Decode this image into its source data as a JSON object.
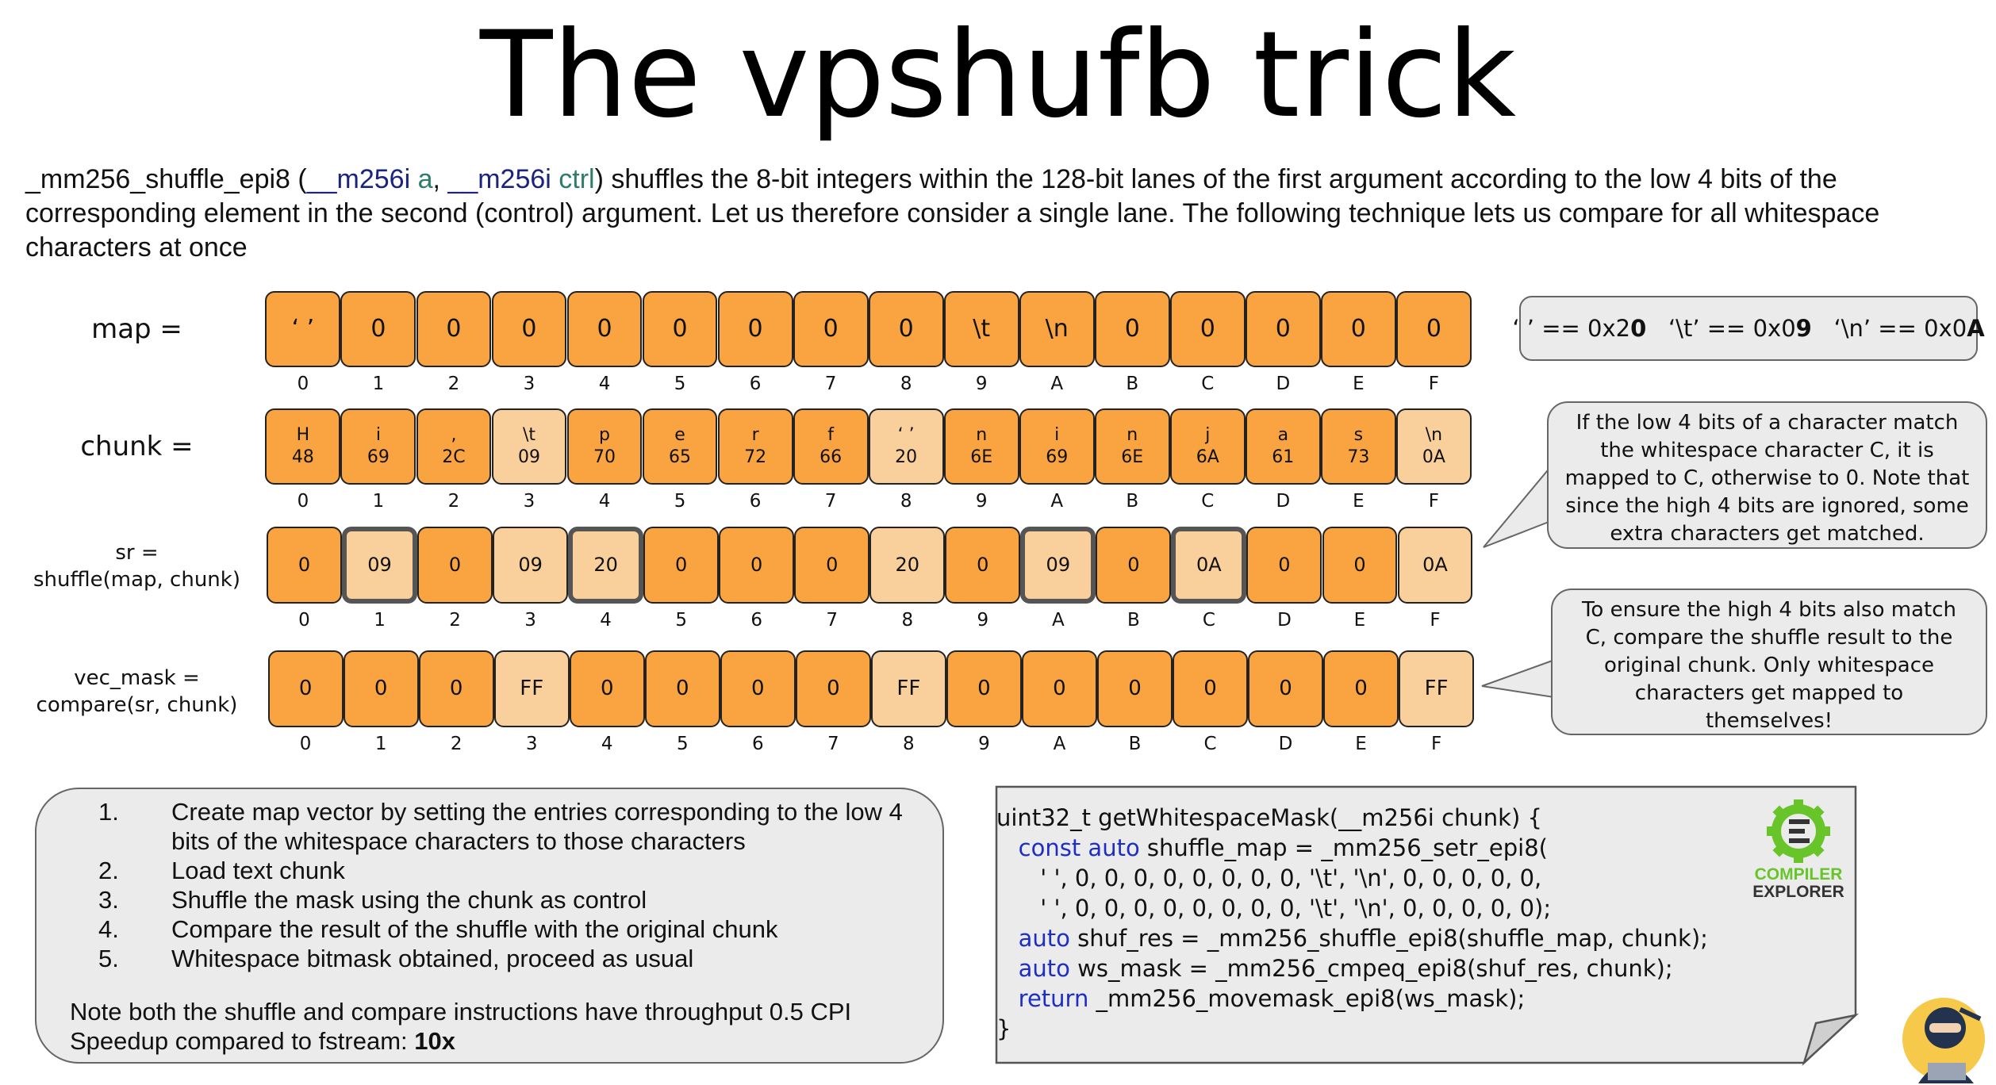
{
  "title": "The vpshufb trick",
  "intro": {
    "fn": "_mm256_shuffle_epi8 (",
    "t1": "__m256i",
    "a1": " a",
    "comma": ", ",
    "t2": "__m256i",
    "a2": " ctrl",
    "rest": ") shuffles the 8-bit integers within the 128-bit lanes of the first argument according to the low 4 bits of the corresponding element in the second (control) argument. Let us therefore consider a single lane. The following technique lets us compare for all whitespace characters at once"
  },
  "indices": [
    "0",
    "1",
    "2",
    "3",
    "4",
    "5",
    "6",
    "7",
    "8",
    "9",
    "A",
    "B",
    "C",
    "D",
    "E",
    "F"
  ],
  "rows": {
    "map": {
      "label": "map =",
      "cells": [
        {
          "v": "‘ ’",
          "light": false
        },
        {
          "v": "0",
          "light": false
        },
        {
          "v": "0",
          "light": false
        },
        {
          "v": "0",
          "light": false
        },
        {
          "v": "0",
          "light": false
        },
        {
          "v": "0",
          "light": false
        },
        {
          "v": "0",
          "light": false
        },
        {
          "v": "0",
          "light": false
        },
        {
          "v": "0",
          "light": false
        },
        {
          "v": "\\t",
          "light": false
        },
        {
          "v": "\\n",
          "light": false
        },
        {
          "v": "0",
          "light": false
        },
        {
          "v": "0",
          "light": false
        },
        {
          "v": "0",
          "light": false
        },
        {
          "v": "0",
          "light": false
        },
        {
          "v": "0",
          "light": false
        }
      ]
    },
    "chunk": {
      "label": "chunk =",
      "cells": [
        {
          "c": "H",
          "h": "48",
          "light": false
        },
        {
          "c": "i",
          "h": "69",
          "light": false
        },
        {
          "c": ",",
          "h": "2C",
          "light": false
        },
        {
          "c": "\\t",
          "h": "09",
          "light": true
        },
        {
          "c": "p",
          "h": "70",
          "light": false
        },
        {
          "c": "e",
          "h": "65",
          "light": false
        },
        {
          "c": "r",
          "h": "72",
          "light": false
        },
        {
          "c": "f",
          "h": "66",
          "light": false
        },
        {
          "c": "‘ ’",
          "h": "20",
          "light": true
        },
        {
          "c": "n",
          "h": "6E",
          "light": false
        },
        {
          "c": "i",
          "h": "69",
          "light": false
        },
        {
          "c": "n",
          "h": "6E",
          "light": false
        },
        {
          "c": "j",
          "h": "6A",
          "light": false
        },
        {
          "c": "a",
          "h": "61",
          "light": false
        },
        {
          "c": "s",
          "h": "73",
          "light": false
        },
        {
          "c": "\\n",
          "h": "0A",
          "light": true
        }
      ]
    },
    "sr": {
      "label1": "sr =",
      "label2": "shuffle(map, chunk)",
      "cells": [
        {
          "v": "0",
          "light": false,
          "hl": false
        },
        {
          "v": "09",
          "light": true,
          "hl": true
        },
        {
          "v": "0",
          "light": false,
          "hl": false
        },
        {
          "v": "09",
          "light": true,
          "hl": false
        },
        {
          "v": "20",
          "light": true,
          "hl": true
        },
        {
          "v": "0",
          "light": false,
          "hl": false
        },
        {
          "v": "0",
          "light": false,
          "hl": false
        },
        {
          "v": "0",
          "light": false,
          "hl": false
        },
        {
          "v": "20",
          "light": true,
          "hl": false
        },
        {
          "v": "0",
          "light": false,
          "hl": false
        },
        {
          "v": "09",
          "light": true,
          "hl": true
        },
        {
          "v": "0",
          "light": false,
          "hl": false
        },
        {
          "v": "0A",
          "light": true,
          "hl": true
        },
        {
          "v": "0",
          "light": false,
          "hl": false
        },
        {
          "v": "0",
          "light": false,
          "hl": false
        },
        {
          "v": "0A",
          "light": true,
          "hl": false
        }
      ]
    },
    "mask": {
      "label1": "vec_mask =",
      "label2": "compare(sr, chunk)",
      "cells": [
        {
          "v": "0",
          "light": false
        },
        {
          "v": "0",
          "light": false
        },
        {
          "v": "0",
          "light": false
        },
        {
          "v": "FF",
          "light": true
        },
        {
          "v": "0",
          "light": false
        },
        {
          "v": "0",
          "light": false
        },
        {
          "v": "0",
          "light": false
        },
        {
          "v": "0",
          "light": false
        },
        {
          "v": "FF",
          "light": true
        },
        {
          "v": "0",
          "light": false
        },
        {
          "v": "0",
          "light": false
        },
        {
          "v": "0",
          "light": false
        },
        {
          "v": "0",
          "light": false
        },
        {
          "v": "0",
          "light": false
        },
        {
          "v": "0",
          "light": false
        },
        {
          "v": "FF",
          "light": true
        }
      ]
    }
  },
  "note_box": {
    "p1": "‘ ’ == 0x2",
    "b1": "0",
    "p2": "   ‘\\t’ == 0x0",
    "b2": "9",
    "p3": "   ‘\\n’ == 0x0",
    "b3": "A"
  },
  "bubble1": "If the low 4 bits of a character match the whitespace character C, it is mapped to C, otherwise to 0. Note that since the high 4 bits are ignored, some extra characters get matched.",
  "bubble2": "To ensure the high 4 bits also match C, compare the shuffle result to the original chunk. Only whitespace characters get mapped to themselves!",
  "steps": [
    {
      "n": "1.",
      "t": "Create map vector by setting the entries corresponding to the low 4 bits of the whitespace characters to those characters"
    },
    {
      "n": "2.",
      "t": "Load text chunk"
    },
    {
      "n": "3.",
      "t": "Shuffle the mask using the chunk as control"
    },
    {
      "n": "4.",
      "t": "Compare the result of the shuffle with the original chunk"
    },
    {
      "n": "5.",
      "t": "Whitespace bitmask obtained, proceed as usual"
    }
  ],
  "steps_note": "Note both the shuffle and compare instructions have throughput 0.5 CPI",
  "speedup_label": "Speedup compared to fstream: ",
  "speedup_value": "10x",
  "code": [
    {
      "kw": "",
      "rest": "uint32_t getWhitespaceMask(__m256i chunk) {"
    },
    {
      "kw": "   const auto",
      "rest": " shuffle_map = _mm256_setr_epi8("
    },
    {
      "kw": "",
      "rest": "      ' ', 0, 0, 0, 0, 0, 0, 0, 0, '\\t', '\\n', 0, 0, 0, 0, 0,"
    },
    {
      "kw": "",
      "rest": "      ' ', 0, 0, 0, 0, 0, 0, 0, 0, '\\t', '\\n', 0, 0, 0, 0, 0);"
    },
    {
      "kw": "   auto",
      "rest": " shuf_res = _mm256_shuffle_epi8(shuffle_map, chunk);"
    },
    {
      "kw": "   auto",
      "rest": " ws_mask = _mm256_cmpeq_epi8(shuf_res, chunk);"
    },
    {
      "kw": "   return",
      "rest": " _mm256_movemask_epi8(ws_mask);"
    },
    {
      "kw": "",
      "rest": "}"
    }
  ],
  "logo": {
    "line1": "COMPILER",
    "line2": "EXPLORER",
    "color": "#67c52a"
  },
  "colors": {
    "orange": "#f9a441",
    "light_orange": "#f9cf9c",
    "box_grey": "#ebebeb",
    "keyword_blue": "#1d2ec7"
  }
}
